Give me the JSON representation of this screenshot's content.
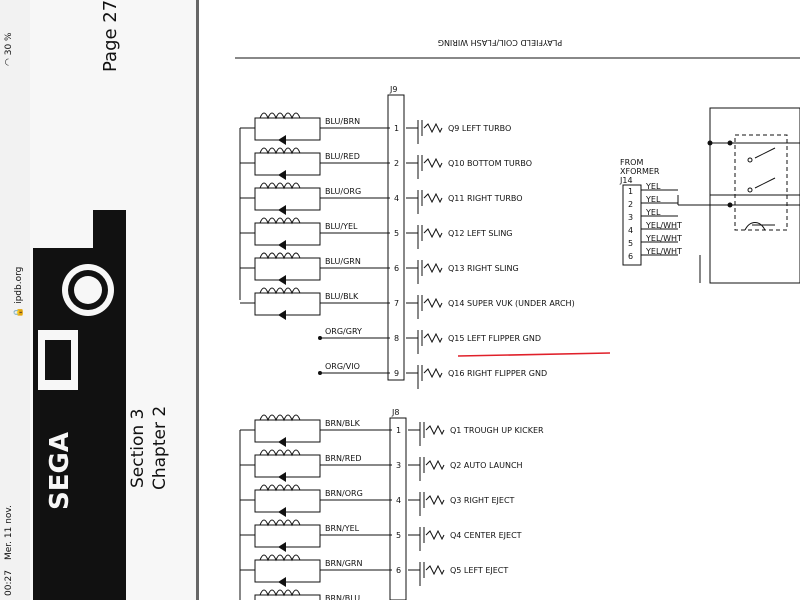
{
  "status_bar": {
    "time": "00:27",
    "date": "Mer. 11 nov.",
    "battery": "30 %",
    "url": "ipdb.org"
  },
  "left_page": {
    "page_label": "Page 27",
    "section": "Section 3",
    "chapter": "Chapter 2",
    "logo_text": "SEGA"
  },
  "schematic": {
    "title": "PLAYFIELD COIL/FLASH WIRING",
    "j9_label": "J9",
    "j8_label": "J8",
    "j14_label": "J14",
    "from_xformer": [
      "FROM",
      "XFORMER"
    ],
    "j9_rows": [
      {
        "wire": "BLU/BRN",
        "pin": "1",
        "desc": "Q9 LEFT TURBO"
      },
      {
        "wire": "BLU/RED",
        "pin": "2",
        "desc": "Q10  BOTTOM TURBO"
      },
      {
        "wire": "BLU/ORG",
        "pin": "4",
        "desc": "Q11 RIGHT TURBO"
      },
      {
        "wire": "BLU/YEL",
        "pin": "5",
        "desc": "Q12 LEFT SLING"
      },
      {
        "wire": "BLU/GRN",
        "pin": "6",
        "desc": "Q13 RIGHT SLING"
      },
      {
        "wire": "BLU/BLK",
        "pin": "7",
        "desc": "Q14 SUPER VUK (UNDER ARCH)"
      },
      {
        "wire": "ORG/GRY",
        "pin": "8",
        "desc": "Q15 LEFT FLIPPER GND"
      },
      {
        "wire": "ORG/VIO",
        "pin": "9",
        "desc": "Q16 RIGHT FLIPPER GND"
      }
    ],
    "j8_rows": [
      {
        "wire": "BRN/BLK",
        "pin": "1",
        "desc": "Q1 TROUGH UP KICKER"
      },
      {
        "wire": "BRN/RED",
        "pin": "3",
        "desc": "Q2 AUTO LAUNCH"
      },
      {
        "wire": "BRN/ORG",
        "pin": "4",
        "desc": "Q3 RIGHT EJECT"
      },
      {
        "wire": "BRN/YEL",
        "pin": "5",
        "desc": "Q4 CENTER EJECT"
      },
      {
        "wire": "BRN/GRN",
        "pin": "6",
        "desc": "Q5 LEFT EJECT"
      },
      {
        "wire": "BRN/BLU",
        "pin": "",
        "desc": ""
      }
    ],
    "j14_rows": [
      {
        "pin": "1",
        "wire": "YEL"
      },
      {
        "pin": "2",
        "wire": "YEL"
      },
      {
        "pin": "3",
        "wire": "YEL"
      },
      {
        "pin": "4",
        "wire": "YEL/WHT"
      },
      {
        "pin": "5",
        "wire": "YEL/WHT"
      },
      {
        "pin": "6",
        "wire": "YEL/WHT"
      }
    ]
  },
  "colors": {
    "highlight_line": "#e0202a",
    "ink": "#111111"
  }
}
